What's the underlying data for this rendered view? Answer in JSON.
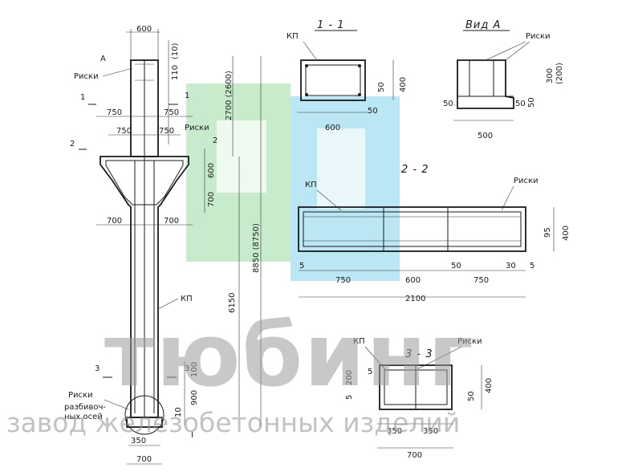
{
  "dims": {
    "d600": "600",
    "d110": "110",
    "d10a": "(10)",
    "d2700": "2700 (2600)",
    "d8850": "8850 (8750)",
    "d6150": "6150",
    "d750": "750",
    "d700": "700",
    "d100": "100",
    "d900": "900",
    "d10": "10",
    "d350": "350",
    "d400": "400",
    "d50": "50",
    "d500": "500",
    "d300": "300",
    "d200p": "(200)",
    "d2100": "2100",
    "d95": "95",
    "d30": "30",
    "d5": "5",
    "d200": "200"
  },
  "labels": {
    "kp": "КП",
    "riski": "Риски",
    "a": "А",
    "vid_a": "Вид А",
    "razb1": "разбивоч-",
    "razb2": "ных осей",
    "roman1": "I"
  },
  "sections": {
    "s1": "1 - 1",
    "s2": "2 - 2",
    "s3": "3 - 3",
    "n1": "1",
    "n2": "2",
    "n3": "3"
  },
  "watermark": {
    "brand": "тюбинг",
    "subtitle": "завод железобетонных изделий"
  },
  "colors": {
    "line": "#1a1a1a",
    "logo_green": "#bfe8c4",
    "logo_cyan": "#aee3f2"
  }
}
